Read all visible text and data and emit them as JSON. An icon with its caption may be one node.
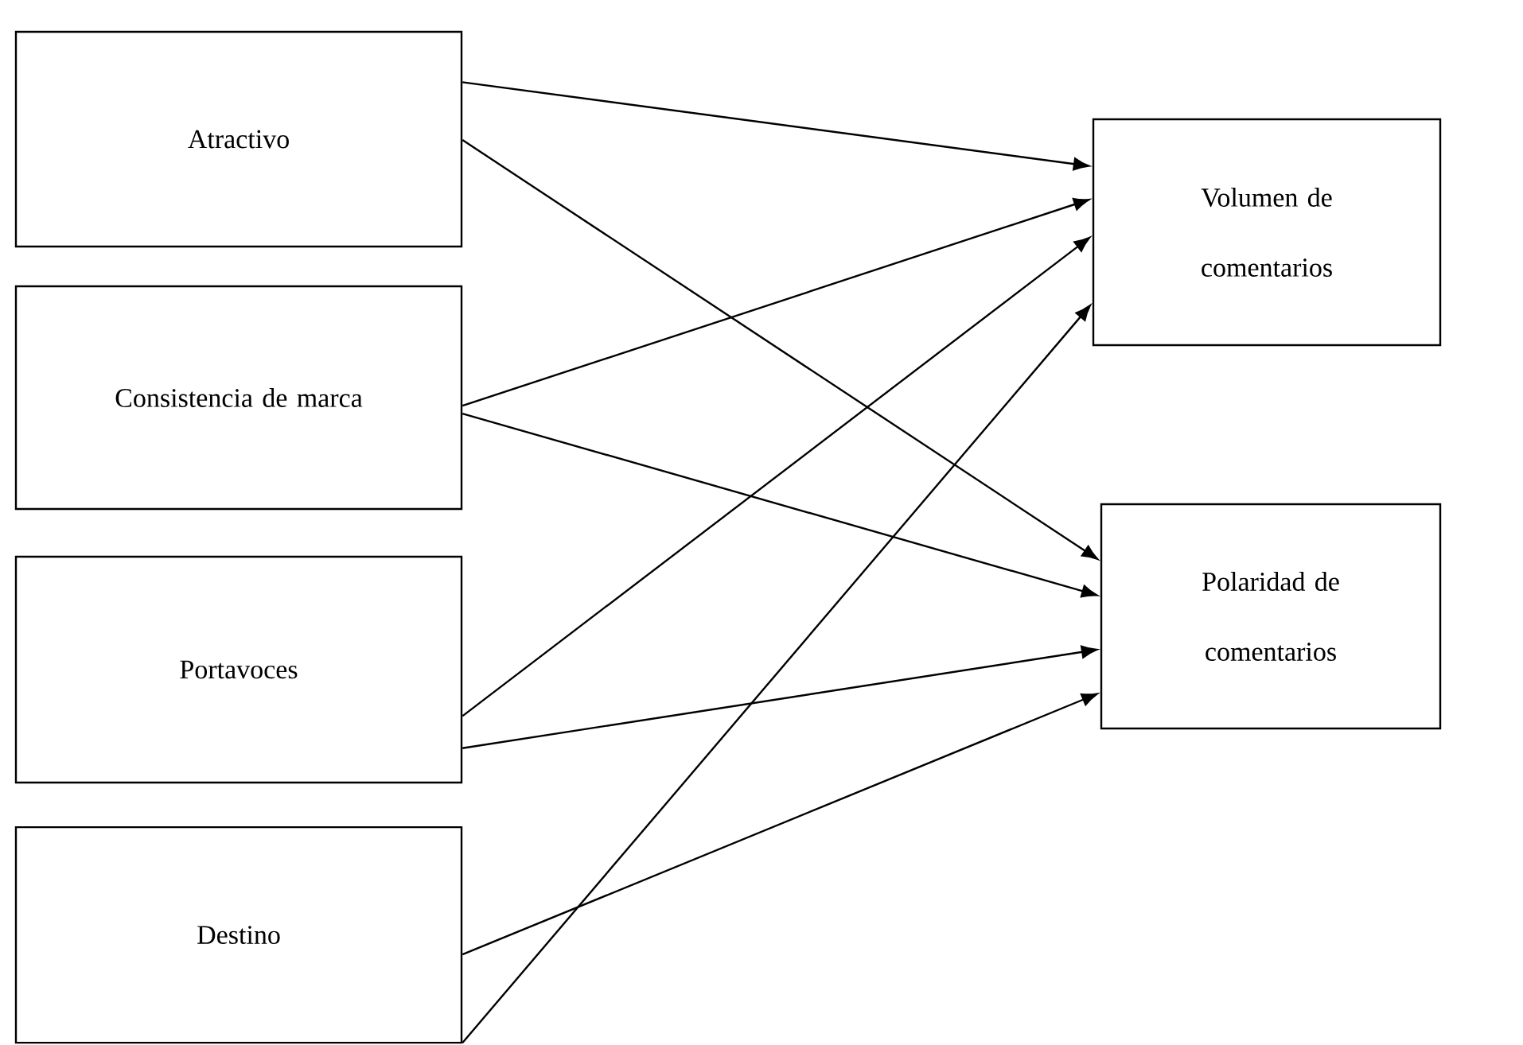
{
  "diagram": {
    "nodes": [
      {
        "text": [
          "Atractivo"
        ]
      },
      {
        "text": [
          "Consistencia de marca"
        ]
      },
      {
        "text": [
          "Portavoces"
        ]
      },
      {
        "text": [
          "Destino"
        ]
      },
      {
        "text": [
          "Volumen de comentarios"
        ]
      },
      {
        "text": [
          "Polaridad de comentarios"
        ]
      }
    ],
    "edges": [
      {
        "from": 0,
        "to": 4,
        "arrow": "to"
      },
      {
        "from": 0,
        "to": 5,
        "arrow": "to"
      },
      {
        "from": 1,
        "to": 4,
        "arrow": "to"
      },
      {
        "from": 1,
        "to": 5,
        "arrow": "to"
      },
      {
        "from": 2,
        "to": 4,
        "arrow": "to"
      },
      {
        "from": 2,
        "to": 5,
        "arrow": "to"
      },
      {
        "from": 3,
        "to": 5,
        "arrow": "to"
      },
      {
        "from": 3,
        "to": 4,
        "arrow": "to"
      }
    ]
  }
}
